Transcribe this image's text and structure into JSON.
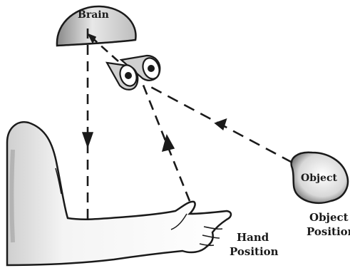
{
  "labels": {
    "brain": "Brain",
    "object": "Object",
    "object_position_1": "Object",
    "object_position_2": "Position",
    "hand_position_1": "Hand",
    "hand_position_2": "Position"
  },
  "colors": {
    "ink": "#1a1a1a",
    "fill": "#ffffff",
    "shade": "#bdbdbd"
  }
}
